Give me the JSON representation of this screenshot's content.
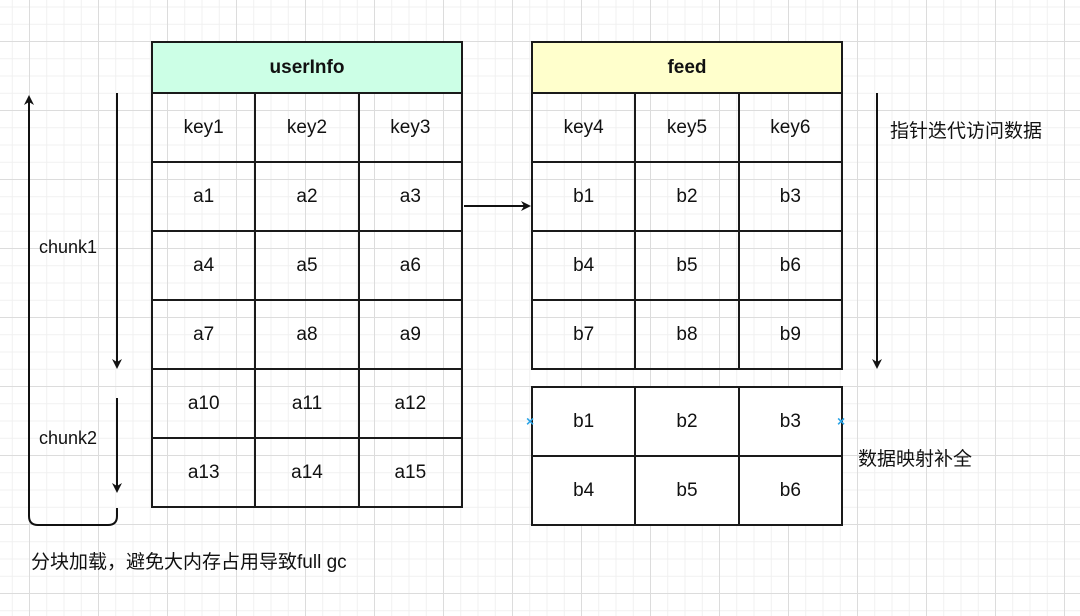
{
  "userInfo_table": {
    "title": "userInfo",
    "header_color": "#ccffe6",
    "columns": [
      "key1",
      "key2",
      "key3"
    ],
    "rows": [
      [
        "a1",
        "a2",
        "a3"
      ],
      [
        "a4",
        "a5",
        "a6"
      ],
      [
        "a7",
        "a8",
        "a9"
      ],
      [
        "a10",
        "a11",
        "a12"
      ],
      [
        "a13",
        "a14",
        "a15"
      ]
    ]
  },
  "feed_table": {
    "title": "feed",
    "header_color": "#ffffcc",
    "columns": [
      "key4",
      "key5",
      "key6"
    ],
    "rows": [
      [
        "b1",
        "b2",
        "b3"
      ],
      [
        "b4",
        "b5",
        "b6"
      ],
      [
        "b7",
        "b8",
        "b9"
      ]
    ]
  },
  "mapped_table": {
    "rows": [
      [
        "b1",
        "b2",
        "b3"
      ],
      [
        "b4",
        "b5",
        "b6"
      ]
    ]
  },
  "labels": {
    "chunk1": "chunk1",
    "chunk2": "chunk2",
    "pointer_iteration": "指针迭代访问数据",
    "data_mapping": "数据映射补全",
    "chunked_loading": "分块加载，避免大内存占用导致full gc"
  }
}
